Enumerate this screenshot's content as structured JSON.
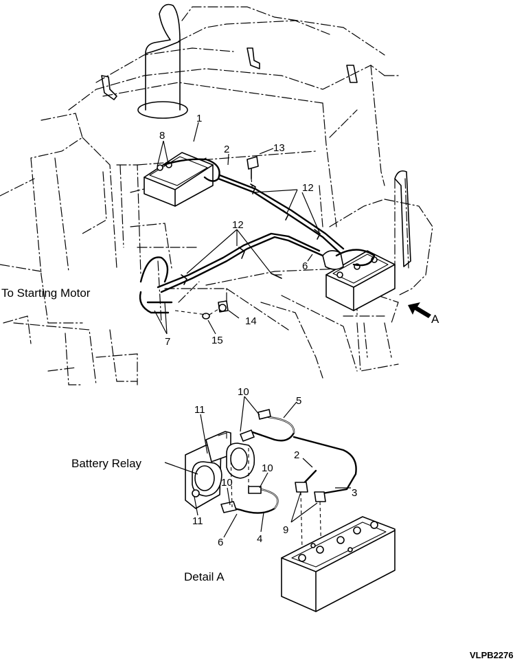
{
  "labels": {
    "to_starting_motor": "To Starting Motor",
    "battery_relay": "Battery Relay",
    "detail": "Detail A",
    "view_arrow": "A",
    "figure_code": "VLPB2276"
  },
  "callouts": [
    "1",
    "2",
    "12",
    "13",
    "8",
    "12",
    "6",
    "14",
    "15",
    "7",
    "10",
    "5",
    "11",
    "2",
    "10",
    "10",
    "3",
    "9",
    "11",
    "6",
    "4"
  ],
  "icons": {
    "view_arrow": "view-direction-arrow-icon"
  }
}
